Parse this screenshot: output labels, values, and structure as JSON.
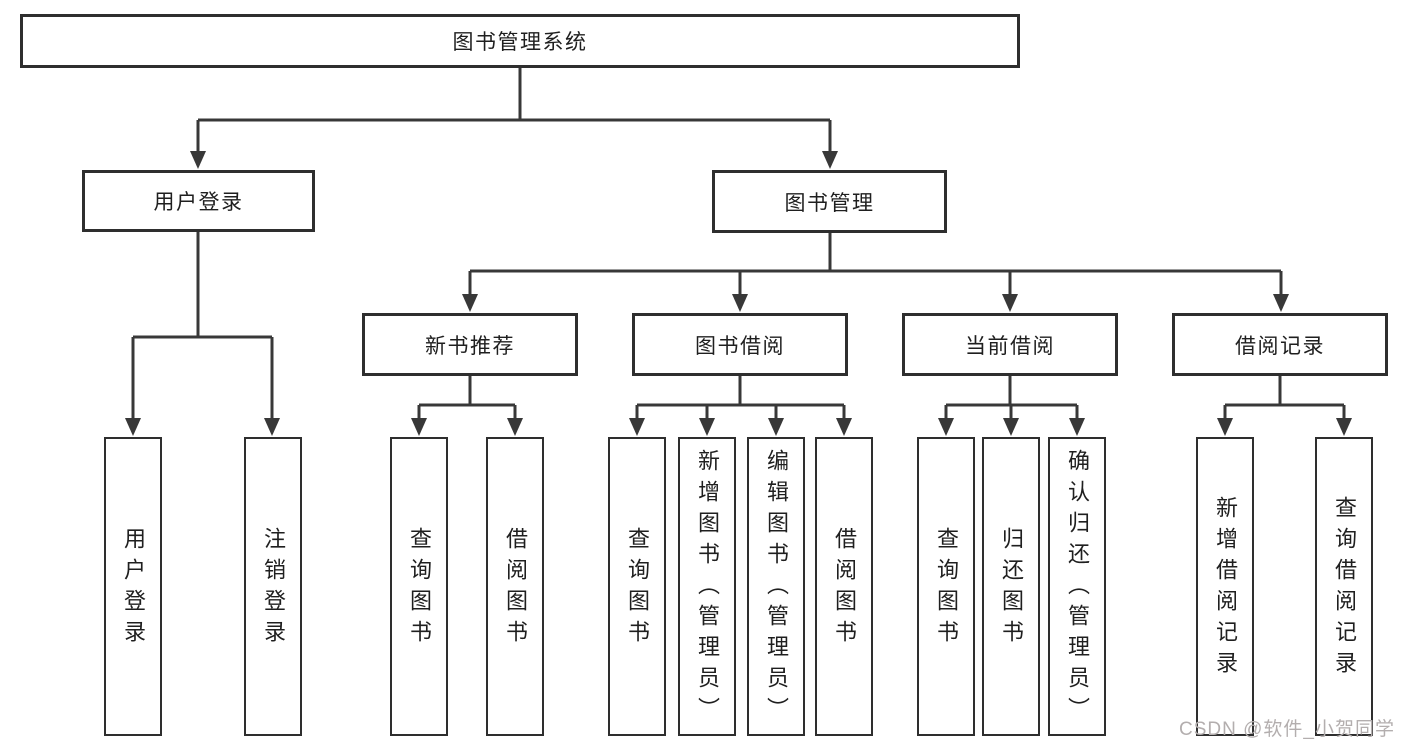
{
  "diagram": {
    "type": "functional-structure-tree",
    "colors": {
      "line": "#383838",
      "box_border": "#2e2e2e",
      "text": "#1f1f1f",
      "background": "#ffffff",
      "watermark": "#b3aeae"
    },
    "watermark": {
      "text": "CSDN @软件_小贺同学"
    },
    "tree": {
      "label": "图书管理系统",
      "children": [
        {
          "label": "用户登录",
          "children": [
            {
              "label": "用户登录"
            },
            {
              "label": "注销登录"
            }
          ]
        },
        {
          "label": "图书管理",
          "children": [
            {
              "label": "新书推荐",
              "children": [
                {
                  "label": "查询图书"
                },
                {
                  "label": "借阅图书"
                }
              ]
            },
            {
              "label": "图书借阅",
              "children": [
                {
                  "label": "查询图书"
                },
                {
                  "label": "新增图书（管理员）"
                },
                {
                  "label": "编辑图书（管理员）"
                },
                {
                  "label": "借阅图书"
                }
              ]
            },
            {
              "label": "当前借阅",
              "children": [
                {
                  "label": "查询图书"
                },
                {
                  "label": "归还图书"
                },
                {
                  "label": "确认归还（管理员）"
                }
              ]
            },
            {
              "label": "借阅记录",
              "children": [
                {
                  "label": "新增借阅记录"
                },
                {
                  "label": "查询借阅记录"
                }
              ]
            }
          ]
        }
      ]
    }
  }
}
